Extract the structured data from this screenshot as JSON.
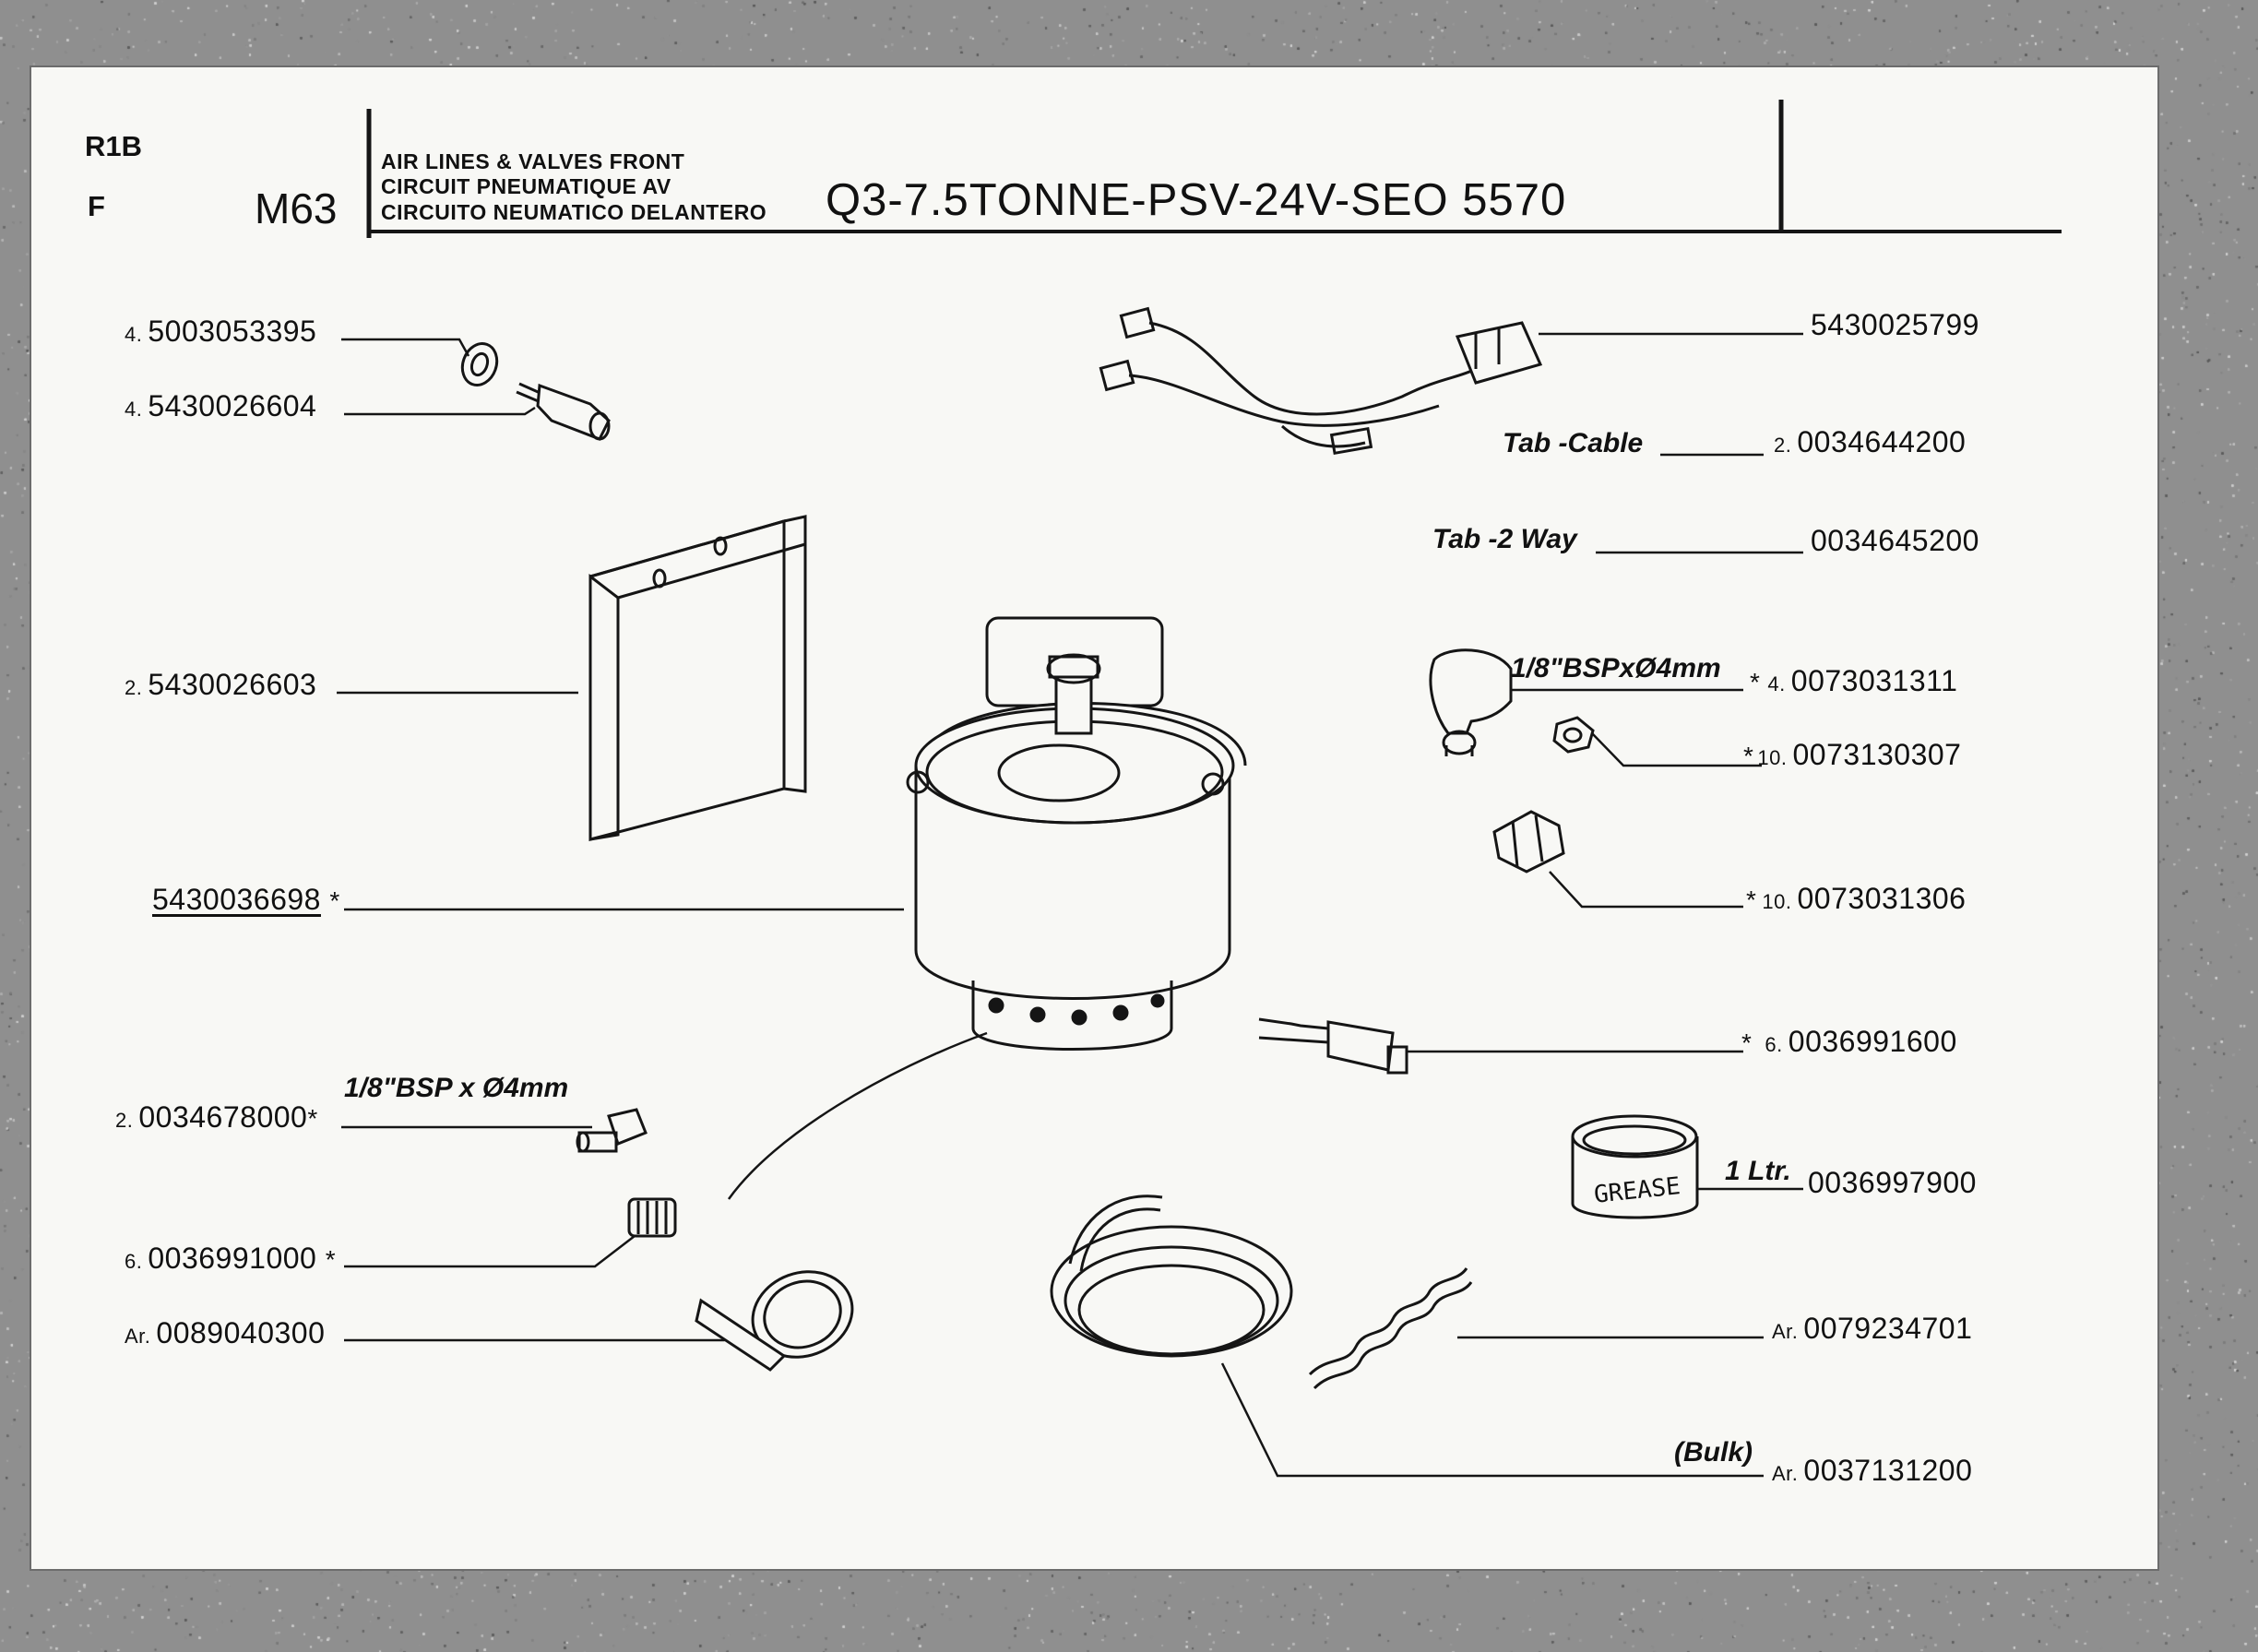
{
  "header": {
    "section_code": "R1B",
    "language_code": "F",
    "ref": "M63",
    "title_lines": [
      "AIR LINES & VALVES FRONT",
      "CIRCUIT PNEUMATIQUE AV",
      "CIRCUITO NEUMATICO DELANTERO"
    ],
    "model": "Q3-7.5TONNE-PSV-24V-SEO 5570"
  },
  "parts_left": [
    {
      "qty": "4.",
      "number": "5003053395"
    },
    {
      "qty": "4.",
      "number": "5430026604"
    },
    {
      "qty": "2.",
      "number": "5430026603"
    },
    {
      "qty": "",
      "number": "5430036698",
      "star": "*"
    },
    {
      "qty": "2.",
      "number": "0034678000",
      "star": "*",
      "note": "1/8\"BSP x Ø4mm"
    },
    {
      "qty": "6.",
      "number": "0036991000",
      "star": "*"
    },
    {
      "qty": "Ar.",
      "number": "0089040300"
    }
  ],
  "parts_right": [
    {
      "qty": "",
      "number": "5430025799"
    },
    {
      "qty": "2.",
      "number": "0034644200",
      "note": "Tab -Cable"
    },
    {
      "qty": "",
      "number": "0034645200",
      "note": "Tab -2 Way"
    },
    {
      "qty": "4.",
      "number": "0073031311",
      "star": "*",
      "note": "1/8\"BSPxØ4mm"
    },
    {
      "qty": "10.",
      "number": "0073130307",
      "star": "*"
    },
    {
      "qty": "10.",
      "number": "0073031306",
      "star": "*"
    },
    {
      "qty": "6.",
      "number": "0036991600",
      "star": "*"
    },
    {
      "qty": "",
      "number": "0036997900",
      "note": "1 Ltr."
    },
    {
      "qty": "Ar.",
      "number": "0079234701"
    },
    {
      "qty": "Ar.",
      "number": "0037131200",
      "note": "(Bulk)"
    }
  ],
  "drawing_labels": {
    "grease_tin": "GREASE"
  }
}
